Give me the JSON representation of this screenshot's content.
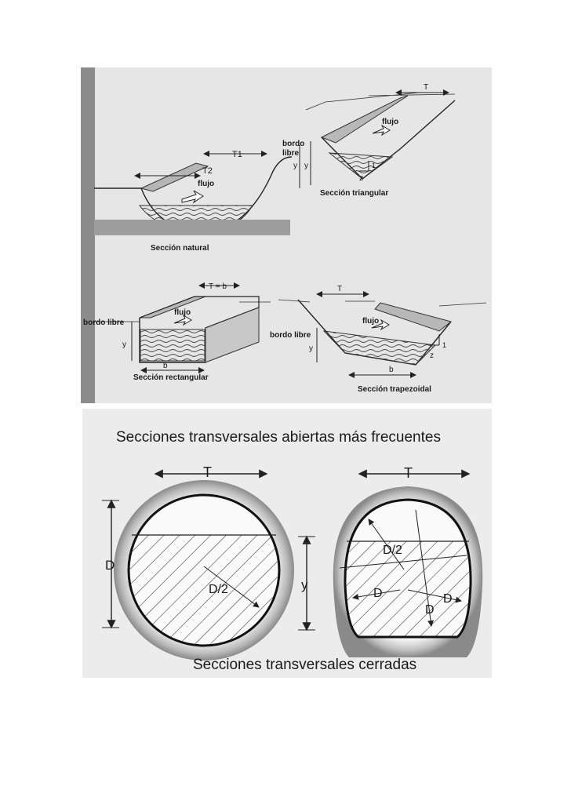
{
  "top_figure": {
    "natural": {
      "caption": "Sección natural",
      "T1": "T1",
      "T2": "T2",
      "flow": "flujo",
      "freeboard": "bordo\nlibre",
      "y": "y"
    },
    "triangular": {
      "caption": "Sección triangular",
      "T": "T",
      "flow": "flujo",
      "z": "z",
      "one": "1",
      "y": "y"
    },
    "rectangular": {
      "caption": "Sección rectangular",
      "T_eq_b": "T = b",
      "flow": "flujo",
      "freeboard": "bordo libre",
      "y": "y",
      "b": "b"
    },
    "trapezoidal": {
      "caption": "Sección trapezoidal",
      "T": "T",
      "flow": "flujo",
      "freeboard": "bordo libre",
      "y": "y",
      "b": "b",
      "z": "z",
      "one": "1"
    }
  },
  "bottom_figure": {
    "title": "Secciones transversales abiertas más frecuentes",
    "caption": "Secciones transversales cerradas",
    "circle": {
      "T": "T",
      "D": "D",
      "D_half": "D/2",
      "y": "y"
    },
    "horseshoe": {
      "T": "T",
      "D_half": "D/2",
      "D_left": "D",
      "D_mid": "D",
      "D_right": "D"
    }
  }
}
